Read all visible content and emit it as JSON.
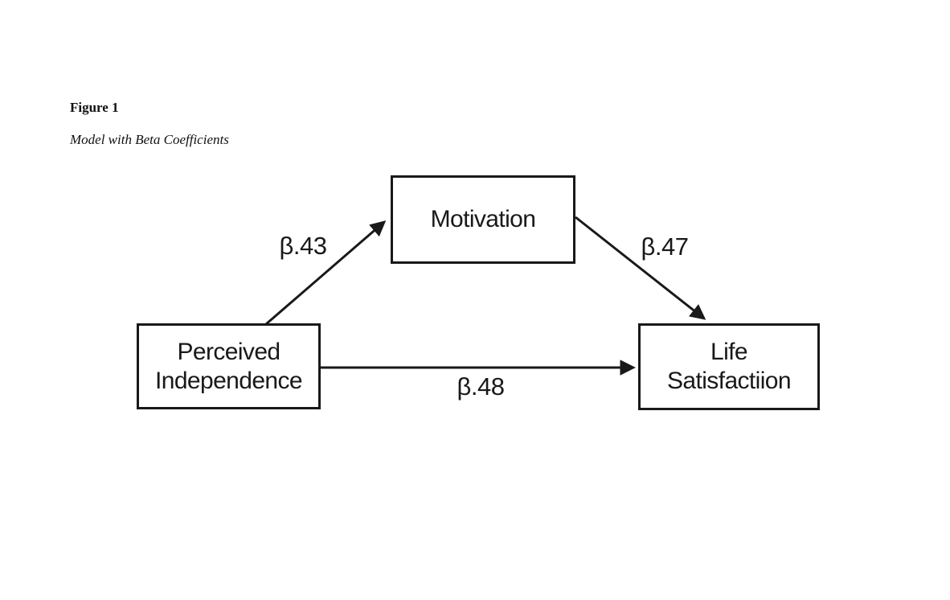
{
  "figure": {
    "label": "Figure 1",
    "caption": "Model with Beta Coefficients"
  },
  "colors": {
    "ink": "#191919",
    "background": "#ffffff"
  },
  "diagram": {
    "type": "mediation-path-model",
    "nodes": [
      {
        "id": "motivation",
        "label": "Motivation"
      },
      {
        "id": "perceived-independence",
        "label": "Perceived\nIndependence"
      },
      {
        "id": "life-satisfaction",
        "label": "Life\nSatisfactiion"
      }
    ],
    "edges": [
      {
        "from": "perceived-independence",
        "to": "motivation",
        "label": "β.43"
      },
      {
        "from": "motivation",
        "to": "life-satisfaction",
        "label": "β.47"
      },
      {
        "from": "perceived-independence",
        "to": "life-satisfaction",
        "label": "β.48"
      }
    ]
  }
}
